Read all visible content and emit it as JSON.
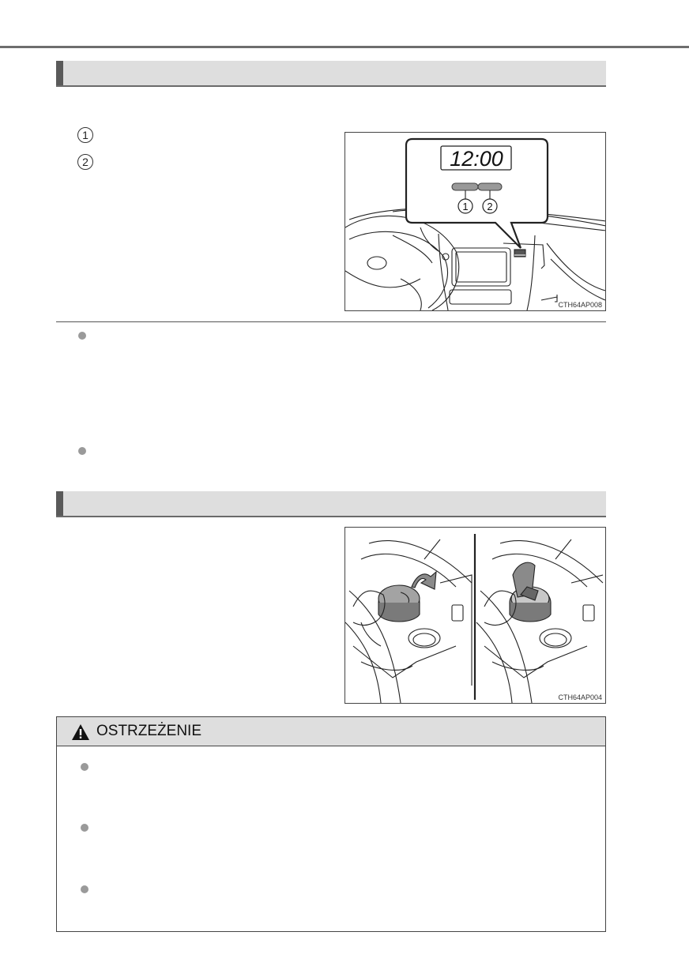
{
  "figures": [
    {
      "id": "clock",
      "clock_time": "12:00",
      "callouts": [
        "1",
        "2"
      ],
      "code": "CTH64AP008"
    },
    {
      "id": "ashtray",
      "code": "CTH64AP004"
    }
  ],
  "list_numbers": [
    "1",
    "2"
  ],
  "warning": {
    "title": "OSTRZEŻENIE"
  }
}
